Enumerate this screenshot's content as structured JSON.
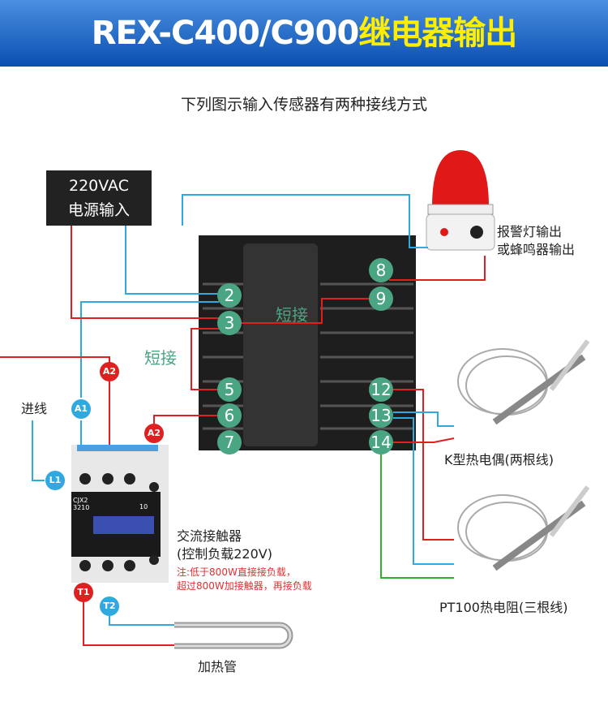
{
  "header": {
    "title_white": "REX-C400/C900",
    "title_yellow": "继电器输出"
  },
  "subtitle": "下列图示输入传感器有两种接线方式",
  "power_box": {
    "line1": "220VAC",
    "line2": "电源输入"
  },
  "alarm_label": {
    "line1": "报警灯输出",
    "line2": "或蜂鸣器输出"
  },
  "short_labels": [
    "短接",
    "短接"
  ],
  "terminals_left": [
    "2",
    "3",
    "5",
    "6",
    "7"
  ],
  "terminals_right": [
    "8",
    "9",
    "12",
    "13",
    "14"
  ],
  "contactor_badges": {
    "a2_top": "A2",
    "a1": "A1",
    "l1": "L1",
    "a2_side": "A2",
    "t1": "T1",
    "t2": "T2"
  },
  "incoming_label": "进线",
  "contactor_label": {
    "line1": "交流接触器",
    "line2": "(控制负载220V)"
  },
  "contactor_note": {
    "line1": "注:低于800W直接接负载，",
    "line2": "超过800W加接触器，再接负载"
  },
  "contactor_model": {
    "line1": "CJX2",
    "line2": "3210",
    "code": "10"
  },
  "k_thermocouple_label": "K型热电偶(两根线)",
  "pt100_label": "PT100热电阻(三根线)",
  "heater_label": "加热管",
  "colors": {
    "terminal": "#4aa582",
    "red": "#e02020",
    "blue": "#30a8e0",
    "green": "#30b030"
  }
}
